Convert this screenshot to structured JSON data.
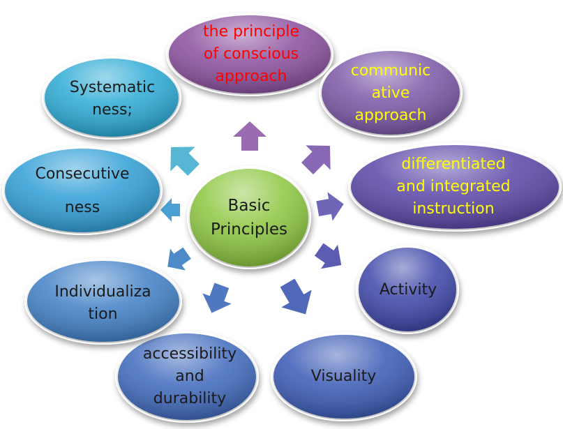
{
  "center": {
    "text": "Basic\nPrinciples",
    "color": "#1a1a1a"
  },
  "nodes": [
    {
      "id": "conscious",
      "text": "the principle\nof conscious\napproach",
      "fill": "#8a4f9d",
      "text_color": "#ff0000"
    },
    {
      "id": "communicative",
      "text": "communic\native\napproach",
      "fill": "#7a56a6",
      "text_color": "#ffff00"
    },
    {
      "id": "differentiated",
      "text": "differentiated\nand integrated\ninstruction",
      "fill": "#5a45a6",
      "text_color": "#ffff00"
    },
    {
      "id": "activity",
      "text": "Activity",
      "fill": "#3d45a8",
      "text_color": "#1a1a1a"
    },
    {
      "id": "visuality",
      "text": "Visuality",
      "fill": "#3a5ab5",
      "text_color": "#1a1a1a"
    },
    {
      "id": "accessibility",
      "text": "accessibility\nand\ndurability",
      "fill": "#3f69bd",
      "text_color": "#1a1a1a"
    },
    {
      "id": "individualization",
      "text": "Individualiza\ntion",
      "fill": "#3f7fc6",
      "text_color": "#1a1a1a"
    },
    {
      "id": "consecutiveness",
      "text": "Consecutive\n\nness",
      "fill": "#2f9ed6",
      "text_color": "#1a1a1a"
    },
    {
      "id": "systematicness",
      "text": "Systematic\nness;",
      "fill": "#2aa9d4",
      "text_color": "#1a1a1a"
    }
  ],
  "colors": {
    "center_fill": "#8cc63f",
    "outline": "#ffffff"
  }
}
